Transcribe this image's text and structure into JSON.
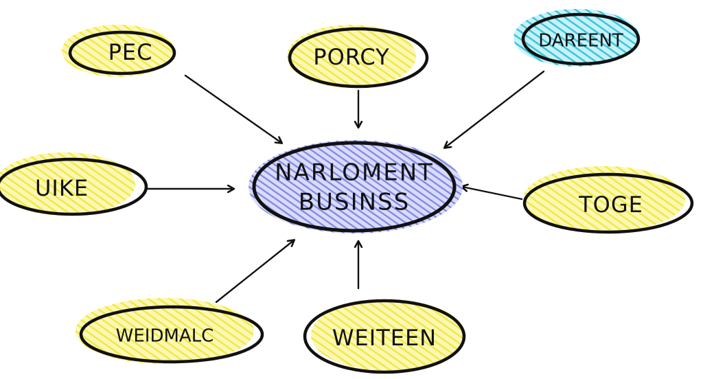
{
  "diagram": {
    "center": {
      "line1": "NARLOMENT",
      "line2": "BUSINSS",
      "fill": "#7f86e6"
    },
    "nodes": [
      {
        "id": "pec",
        "label": "PEC",
        "fill": "#f2ea3a"
      },
      {
        "id": "porcy",
        "label": "PORCY",
        "fill": "#f2ea3a"
      },
      {
        "id": "dareent",
        "label": "DAREENT",
        "fill": "#36c6dd"
      },
      {
        "id": "uike",
        "label": "UIKE",
        "fill": "#f2ea3a"
      },
      {
        "id": "toge",
        "label": "TOGE",
        "fill": "#f2ea3a"
      },
      {
        "id": "weidmalc",
        "label": "WEIDMALC",
        "fill": "#f2ea3a"
      },
      {
        "id": "weiteen",
        "label": "WEITEEN",
        "fill": "#f2ea3a"
      }
    ],
    "stroke": "#111111"
  }
}
